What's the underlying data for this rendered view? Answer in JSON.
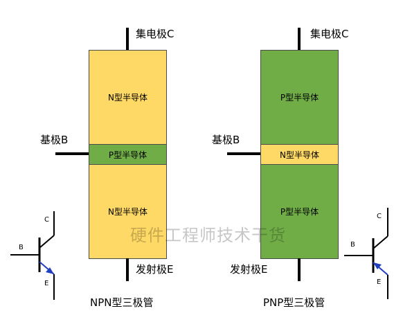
{
  "colors": {
    "n_region": "#FFD966",
    "p_region": "#70AD47",
    "lead": "#000000",
    "arrow": "#1F3FBF"
  },
  "npn": {
    "collector_label": "集电极C",
    "base_label": "基极B",
    "emitter_label": "发射极E",
    "top_region": "N型半导体",
    "middle_region": "P型半导体",
    "bottom_region": "N型半导体",
    "caption": "NPN型三极管",
    "symbol": {
      "c": "C",
      "b": "B",
      "e": "E"
    }
  },
  "pnp": {
    "collector_label": "集电极C",
    "base_label": "基极B",
    "emitter_label": "发射极E",
    "top_region": "P型半导体",
    "middle_region": "N型半导体",
    "bottom_region": "P型半导体",
    "caption": "PNP型三极管",
    "symbol": {
      "c": "C",
      "b": "B",
      "e": "E"
    }
  },
  "watermark": "硬件工程师技术干货"
}
